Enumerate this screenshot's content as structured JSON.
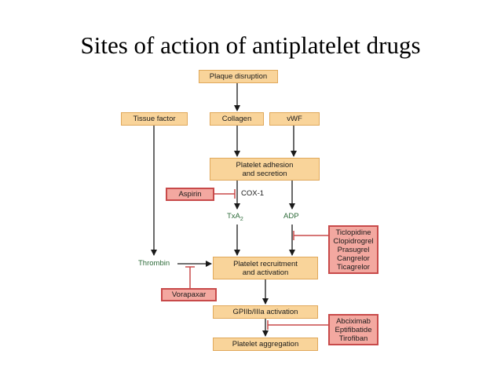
{
  "title": "Sites of action of antiplatelet drugs",
  "nodes": {
    "plaque": "Plaque disruption",
    "tissue_factor": "Tissue factor",
    "collagen": "Collagen",
    "vwf": "vWF",
    "adhesion": [
      "Platelet adhesion",
      "and secretion"
    ],
    "cox1": "COX-1",
    "txa2": "TxA",
    "txa2_sub": "2",
    "adp": "ADP",
    "thrombin": "Thrombin",
    "recruitment": [
      "Platelet recruitment",
      "and activation"
    ],
    "gp": "GPIIb/IIIa activation",
    "aggregation": "Platelet aggregation"
  },
  "drugs": {
    "aspirin": "Aspirin",
    "vorapaxar": "Vorapaxar",
    "p2y12": [
      "Ticlopidine",
      "Clopidrogrel",
      "Prasugrel",
      "Cangrelor",
      "Ticagrelor"
    ],
    "gp_inhibitors": [
      "Abciximab",
      "Eptifibatide",
      "Tirofiban"
    ]
  },
  "colors": {
    "process_box_fill": "#f9d49a",
    "drug_box_fill": "#f3a8a0",
    "inhibition_line": "#c84a4a",
    "mediator_text": "#2e6b3a"
  }
}
